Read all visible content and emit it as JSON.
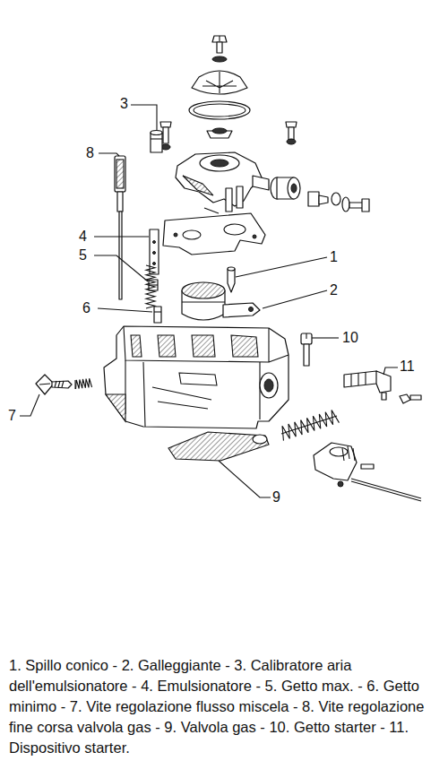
{
  "diagram": {
    "caption": "1. Spillo conico - 2. Galleggiante - 3. Calibratore aria dell'emulsionatore - 4. Emulsionatore - 5. Getto max. - 6. Getto minimo - 7. Vite regolazione flusso miscela - 8. Vite regolazione fine corsa valvola gas - 9. Valvola gas - 10. Getto starter - 11. Dispositivo starter.",
    "labels": [
      "3",
      "8",
      "4",
      "1",
      "5",
      "2",
      "6",
      "10",
      "11",
      "7",
      "9"
    ]
  }
}
